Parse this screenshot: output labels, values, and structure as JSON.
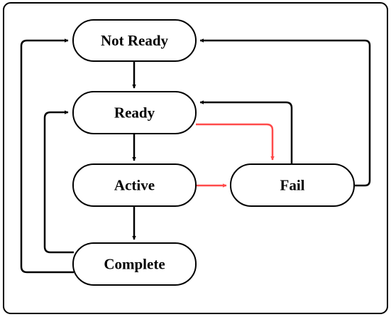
{
  "diagram": {
    "states": {
      "not_ready": "Not Ready",
      "ready": "Ready",
      "active": "Active",
      "fail": "Fail",
      "complete": "Complete"
    },
    "colors": {
      "stroke": "#000000",
      "failure_transition": "#ff4a4a",
      "background": "#ffffff"
    }
  }
}
